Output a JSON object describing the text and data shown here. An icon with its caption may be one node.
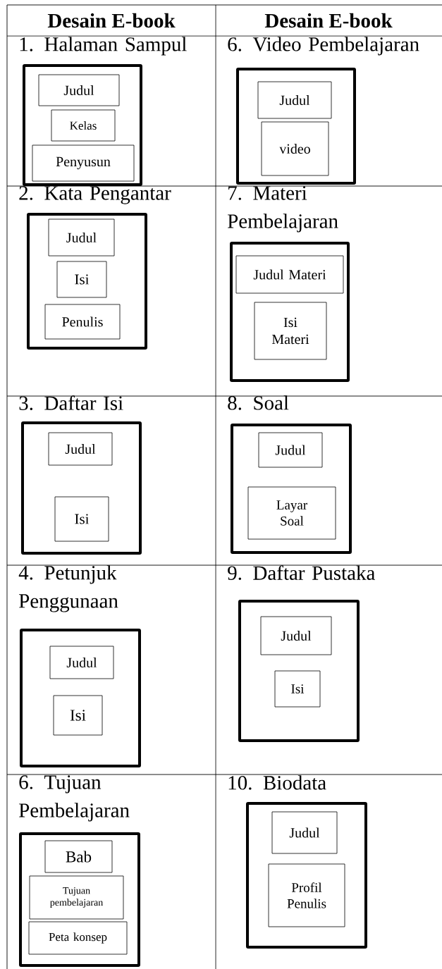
{
  "diagram": {
    "nodes": [
      {
        "text": [
          "1. Halaman Sampul"
        ]
      },
      {
        "text": [
          "Judul"
        ],
        "in": 0
      },
      {
        "text": [
          "Kelas"
        ],
        "in": 0
      },
      {
        "text": [
          "Penyusun"
        ],
        "in": 0
      },
      {
        "text": [
          "6. Video Pembelajaran"
        ]
      },
      {
        "text": [
          "Judul"
        ],
        "in": 4
      },
      {
        "text": [
          "video"
        ],
        "in": 4
      },
      {
        "text": [
          "2. Kata Pengantar"
        ]
      },
      {
        "text": [
          "Judul"
        ],
        "in": 7
      },
      {
        "text": [
          "Isi"
        ],
        "in": 7
      },
      {
        "text": [
          "Penulis"
        ],
        "in": 7
      },
      {
        "text": [
          "7. Materi Pembelajaran"
        ]
      },
      {
        "text": [
          "Judul Materi"
        ],
        "in": 11
      },
      {
        "text": [
          "Isi Materi"
        ],
        "in": 11
      },
      {
        "text": [
          "3. Daftar Isi"
        ]
      },
      {
        "text": [
          "Judul"
        ],
        "in": 14
      },
      {
        "text": [
          "Isi"
        ],
        "in": 14
      },
      {
        "text": [
          "8. Soal"
        ]
      },
      {
        "text": [
          "Judul"
        ],
        "in": 17
      },
      {
        "text": [
          "Layar Soal"
        ],
        "in": 17
      },
      {
        "text": [
          "4. Petunjuk Penggunaan"
        ]
      },
      {
        "text": [
          "Judul"
        ],
        "in": 20
      },
      {
        "text": [
          "Isi"
        ],
        "in": 20
      },
      {
        "text": [
          "9. Daftar Pustaka"
        ]
      },
      {
        "text": [
          "Judul"
        ],
        "in": 23
      },
      {
        "text": [
          "Isi"
        ],
        "in": 23
      },
      {
        "text": [
          "6. Tujuan Pembelajaran"
        ]
      },
      {
        "text": [
          "Bab"
        ],
        "in": 26
      },
      {
        "text": [
          "Tujuan pembelajaran"
        ],
        "in": 26
      },
      {
        "text": [
          "Peta konsep"
        ],
        "in": 26
      },
      {
        "text": [
          "10. Biodata"
        ]
      },
      {
        "text": [
          "Judul"
        ],
        "in": 30
      },
      {
        "text": [
          "Profil Penulis"
        ],
        "in": 30
      }
    ],
    "labels": [
      "Desain E-book",
      "Desain E-book"
    ]
  }
}
